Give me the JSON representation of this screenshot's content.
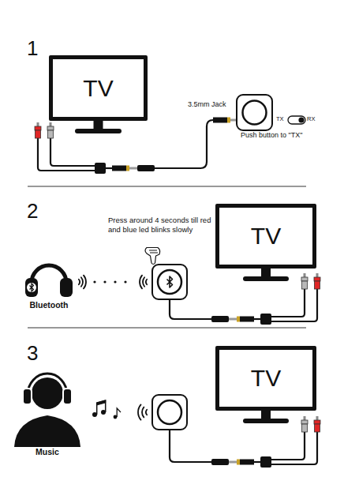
{
  "diagram": {
    "nodes": [
      {
        "text": [
          "TV"
        ]
      },
      {
        "text": [
          "Bluetooth"
        ]
      },
      {
        "text": [
          "TV"
        ]
      },
      {
        "text": [
          "Music"
        ]
      },
      {
        "text": [
          "TV"
        ]
      }
    ],
    "labels": [
      "1",
      "3.5mm Jack",
      "TX",
      "RX",
      "Push button to \"TX\"",
      "2",
      "Press around 4 seconds till red and blue led blinks slowly",
      "3"
    ]
  }
}
